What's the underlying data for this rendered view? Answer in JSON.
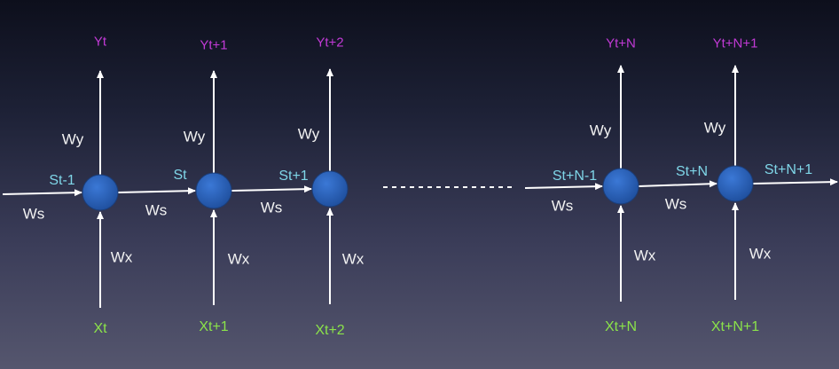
{
  "colors": {
    "node": "#2a5fb6",
    "node_stroke": "#1b3e7a",
    "arrow": "#ffffff",
    "output_label": "#c23ad6",
    "input_label": "#8be34a",
    "state_label": "#7fd6e8",
    "weight_label": "#f2f2f2"
  },
  "nodes": [
    {
      "output": "Yt",
      "input": "Xt",
      "state_in": "St-1",
      "wy": "Wy",
      "wx": "Wx",
      "ws": "Ws"
    },
    {
      "output": "Yt+1",
      "input": "Xt+1",
      "state_in": "St",
      "wy": "Wy",
      "wx": "Wx",
      "ws": "Ws"
    },
    {
      "output": "Yt+2",
      "input": "Xt+2",
      "state_in": "St+1",
      "wy": "Wy",
      "wx": "Wx",
      "ws": "Ws"
    },
    {
      "output": "Yt+N",
      "input": "Xt+N",
      "state_in": "St+N-1",
      "wy": "Wy",
      "wx": "Wx",
      "ws": "Ws"
    },
    {
      "output": "Yt+N+1",
      "input": "Xt+N+1",
      "state_in": "St+N",
      "wy": "Wy",
      "wx": "Wx",
      "ws": "Ws"
    }
  ],
  "trailing_state": "St+N+1"
}
